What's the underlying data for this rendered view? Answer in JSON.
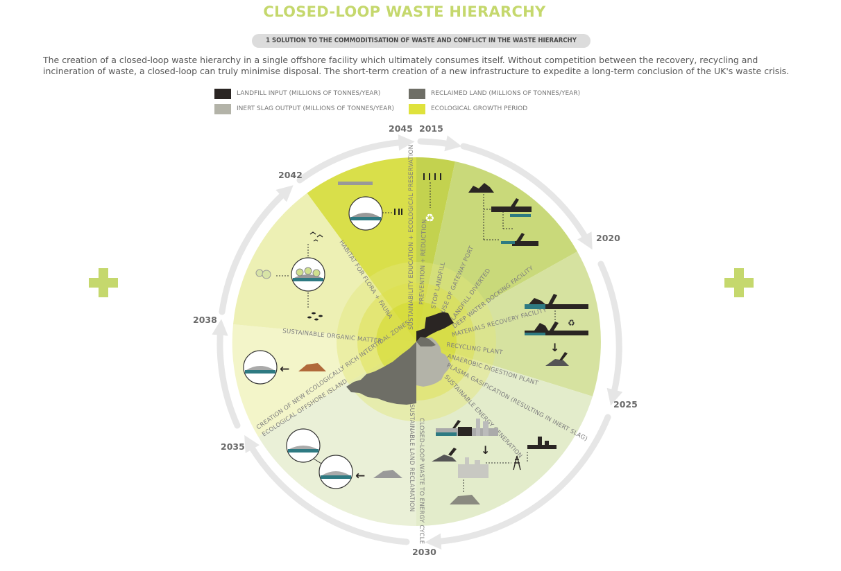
{
  "header": {
    "title": "CLOSED-LOOP WASTE HIERARCHY",
    "subtitle": "1 SOLUTION TO THE COMMODITISATION OF WASTE AND CONFLICT IN THE WASTE HIERARCHY",
    "intro": "The creation of a closed-loop waste hierarchy in a single offshore facility which ultimately consumes itself. Without competition between the recovery, recycling and incineration of waste, a closed-loop can truly minimise disposal. The short-term creation of a new infrastructure to expedite a long-term conclusion of the UK's waste crisis."
  },
  "legend": [
    {
      "label": "LANDFILL INPUT (MILLIONS OF TONNES/YEAR)",
      "color": "#2a2523"
    },
    {
      "label": "RECLAIMED LAND (MILLIONS OF TONNES/YEAR)",
      "color": "#6e6e66"
    },
    {
      "label": "INERT SLAG OUTPUT (MILLIONS OF TONNES/YEAR)",
      "color": "#b3b3a8"
    },
    {
      "label": "ECOLOGICAL GROWTH PERIOD",
      "color": "#dfe23c"
    }
  ],
  "years": {
    "y2045": "2045",
    "y2015": "2015",
    "y2020": "2020",
    "y2025": "2025",
    "y2030": "2030",
    "y2035": "2035",
    "y2038": "2038",
    "y2042": "2042"
  },
  "stages": {
    "sustainability": "SUSTAINABILITY EDUCATION + ECOLOGICAL PRESERVATION",
    "prevention": "PREVENTION + REDUCTION",
    "stop_landfill": "STOP LANDFILL",
    "gateway_port": "USE OF GATEWAY PORT",
    "landfill_diverted": "LANDFILL DIVERTED",
    "deep_water": "DEEP WATER DOCKING FACILITY",
    "mrf": "MATERIALS RECOVERY FACILITY",
    "recycling": "RECYCLING PLANT",
    "anaerobic": "ANAEROBIC DIGESTION PLANT",
    "plasma": "PLASMA GASIFICATION (RESULTING IN INERT SLAG)",
    "energy": "SUSTAINABLE ENERGY GENERATION",
    "closed_loop": "CLOSED-LOOP WASTE TO ENERGY CYCLE",
    "land_reclamation": "SUSTAINABLE LAND RECLAMATION",
    "offshore_island": "ECOLOGICAL OFFSHORE ISLAND",
    "new_zones": "CREATION OF NEW ECOLOGICALLY RICH INTERTIDAL ZONES",
    "organic_matter": "SUSTAINABLE ORGANIC MATTER",
    "habitat": "HABITAT FOR FLORA + FAUNA"
  },
  "colors": {
    "accent": "#c5d86d",
    "arrow": "#e6e6e6"
  }
}
